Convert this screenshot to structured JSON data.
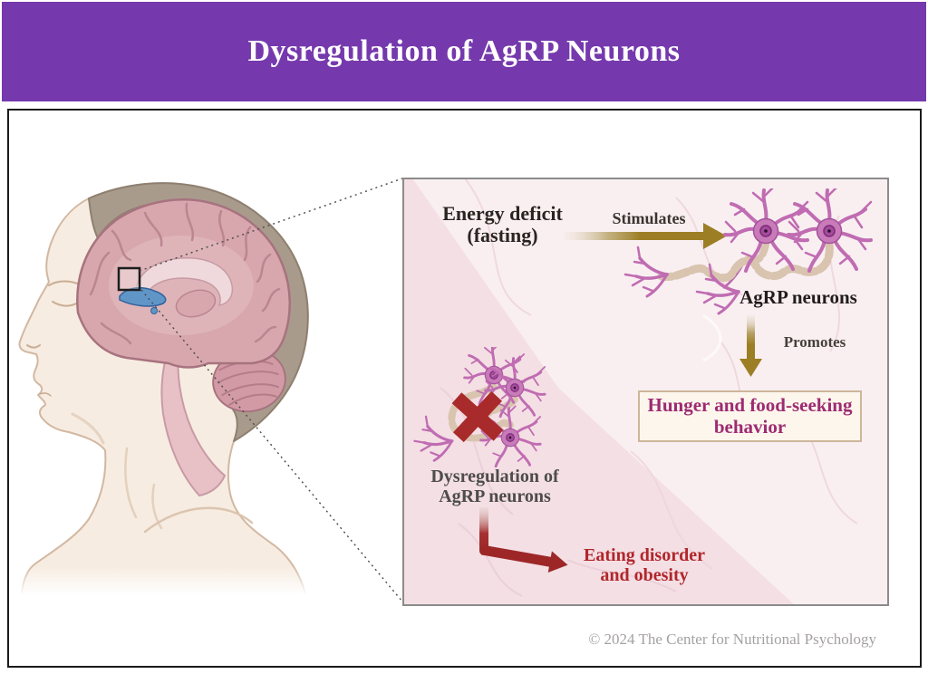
{
  "banner": {
    "title": "Dysregulation of AgRP Neurons",
    "bg_color": "#7539ad",
    "text_color": "#ffffff"
  },
  "inset_panel": {
    "energy_deficit": {
      "line1": "Energy deficit",
      "line2": "(fasting)"
    },
    "stimulates_label": "Stimulates",
    "agrp_neurons_label": "AgRP neurons",
    "promotes_label": "Promotes",
    "hunger_box": {
      "line1": "Hunger and food-seeking",
      "line2": "behavior"
    },
    "dysregulation_label": {
      "line1": "Dysregulation of",
      "line2": "AgRP neurons"
    },
    "eating_disorder_label": {
      "line1": "Eating disorder",
      "line2": "and obesity"
    }
  },
  "footer": {
    "copyright_text": "© 2024 The Center for Nutritional Psychology"
  },
  "icons": {
    "stimulates_arrow": "right-arrow-gold",
    "promotes_arrow": "down-arrow-gold",
    "outcome_arrow": "elbow-arrow-red",
    "blocked": "red-x-mark",
    "zoom_region": "magnified-region-box"
  },
  "colors": {
    "banner_purple": "#7539ad",
    "arrow_gold": "#9c7e24",
    "arrow_red": "#9d2727",
    "x_red": "#a92a2a",
    "hunger_text": "#9d2b72",
    "eating_text": "#b1262b",
    "panel_light": "#f9eff1",
    "panel_dark": "#f4dfe4",
    "neuron_pink": "#c87ab9",
    "hypothalamus_blue": "#6095c8"
  }
}
